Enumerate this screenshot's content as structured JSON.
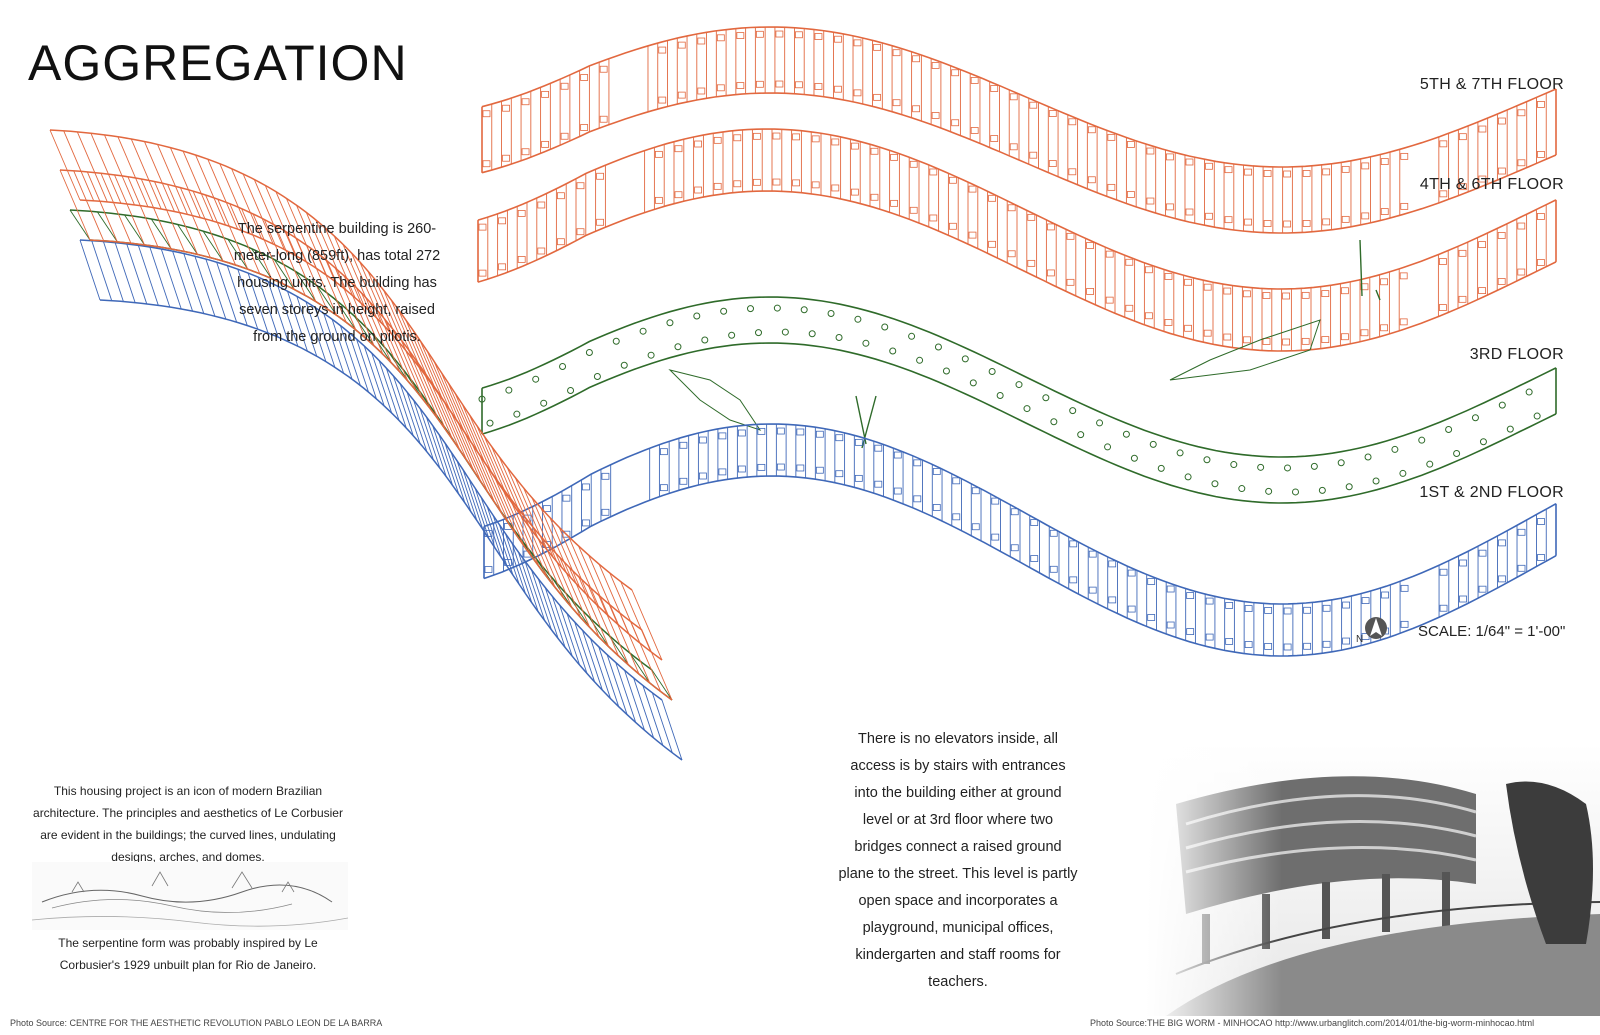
{
  "title": "AGGREGATION",
  "floors": [
    {
      "label": "5TH & 7TH FLOOR",
      "color": "#e2683f"
    },
    {
      "label": "4TH & 6TH FLOOR",
      "color": "#e2683f"
    },
    {
      "label": "3RD FLOOR",
      "color": "#2f6b2a"
    },
    {
      "label": "1ST & 2ND FLOOR",
      "color": "#3f68b8"
    }
  ],
  "text": {
    "intro": "The serpentine building is 260-meter-long (859ft), has total 272 housing units. The building has seven storeys in height, raised from the ground on pilotis.",
    "access": "There is no elevators inside, all access is by stairs with entrances into the building either at ground level or at 3rd floor where two bridges connect a raised ground plane to the street. This level is partly open space and incorporates a playground, municipal offices, kindergarten and staff rooms for teachers.",
    "icon_note": "This housing project is an icon of modern Brazilian architecture. The principles and aesthetics of Le Corbusier are evident in the buildings; the curved lines, undulating designs, arches, and domes.",
    "inspiration": "The serpentine form was probably inspired by Le Corbusier's 1929 unbuilt plan for Rio de Janeiro."
  },
  "scale": "SCALE: 1/64\" = 1'-00\"",
  "credits": {
    "left": "Photo Source: CENTRE FOR THE AESTHETIC REVOLUTION  PABLO LEON DE LA BARRA",
    "right": "Photo Source:THE BIG WORM - MINHOCAO http://www.urbanglitch.com/2014/01/the-big-worm-minhocao.html"
  },
  "icons": {
    "north_arrow": "north-arrow-icon"
  },
  "colors": {
    "orange": "#e2683f",
    "green": "#2f6b2a",
    "light_green": "#6dc54a",
    "blue": "#3f68b8"
  }
}
